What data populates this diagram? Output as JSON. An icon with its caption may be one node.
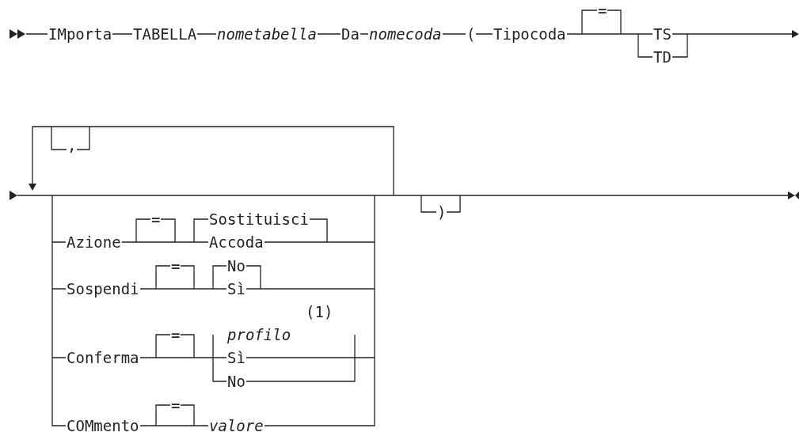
{
  "diagram": {
    "labels": [
      "IMporta",
      "TABELLA",
      "nometabella",
      "Da",
      "nomecoda",
      "(",
      "Tipocoda",
      "=",
      "TS",
      "TD",
      ",",
      ")",
      "Azione",
      "=",
      "Sostituisci",
      "Accoda",
      "Sospendi",
      "=",
      "No",
      "Sì",
      "(1)",
      "Conferma",
      "=",
      "profilo",
      "Sì",
      "No",
      "COMmento",
      "=",
      "valore"
    ]
  }
}
